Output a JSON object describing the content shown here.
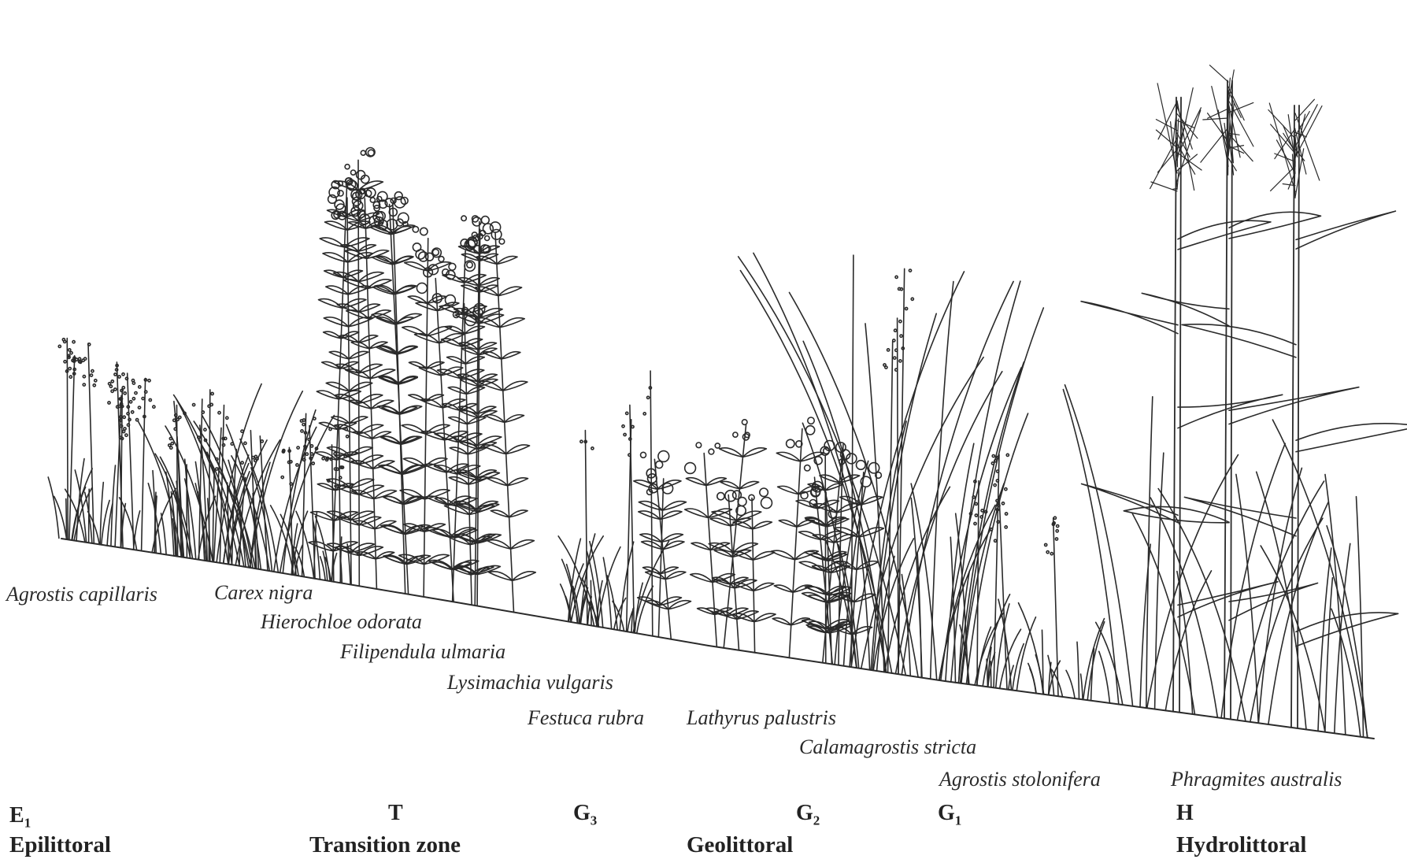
{
  "species": [
    {
      "key": "agrostis_capillaris",
      "label": "Agrostis capillaris"
    },
    {
      "key": "carex_nigra",
      "label": "Carex nigra"
    },
    {
      "key": "hierochloe_odorata",
      "label": "Hierochloe odorata"
    },
    {
      "key": "filipendula_ulmaria",
      "label": "Filipendula ulmaria"
    },
    {
      "key": "lysimachia_vulgaris",
      "label": "Lysimachia vulgaris"
    },
    {
      "key": "festuca_rubra",
      "label": "Festuca rubra"
    },
    {
      "key": "lathyrus_palustris",
      "label": "Lathyrus palustris"
    },
    {
      "key": "calamagrostis_stricta",
      "label": "Calamagrostis stricta"
    },
    {
      "key": "agrostis_stolonifera",
      "label": "Agrostis stolonifera"
    },
    {
      "key": "phragmites_australis",
      "label": "Phragmites australis"
    }
  ],
  "zone_codes": [
    {
      "letter": "E",
      "sub": "1"
    },
    {
      "letter": "T",
      "sub": ""
    },
    {
      "letter": "G",
      "sub": "3"
    },
    {
      "letter": "G",
      "sub": "2"
    },
    {
      "letter": "G",
      "sub": "1"
    },
    {
      "letter": "H",
      "sub": ""
    }
  ],
  "zone_names": [
    "Epilittoral",
    "Transition zone",
    "Geolittoral",
    "Hydrolittoral"
  ],
  "colors": {
    "ink": "#2a2a2a",
    "background": "#ffffff"
  }
}
